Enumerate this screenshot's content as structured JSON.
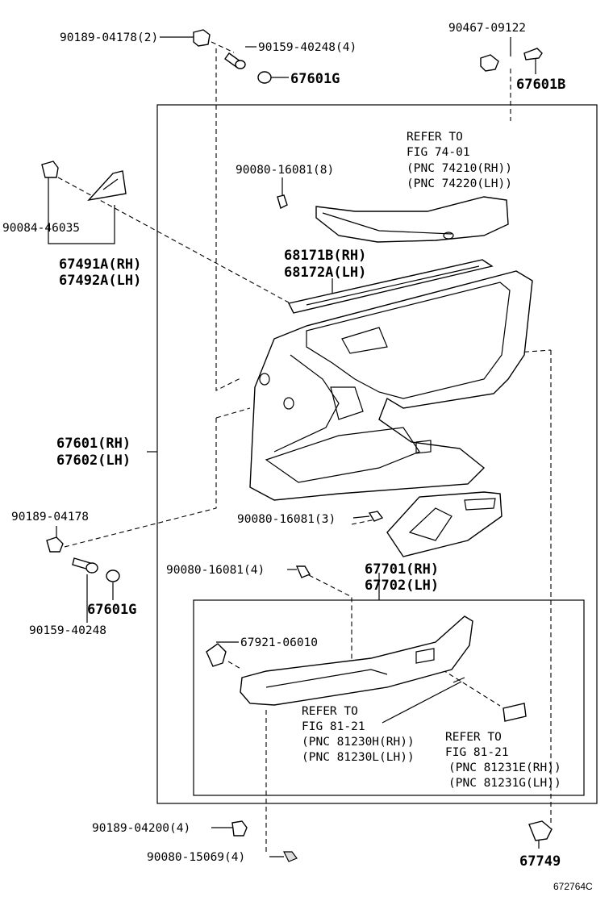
{
  "labels": {
    "p90189_04178_2": "90189-04178(2)",
    "p90159_40248_4": "90159-40248(4)",
    "p67601g_top": "67601G",
    "p90467_09122": "90467-09122",
    "p67601b": "67601B",
    "p90084_46035": "90084-46035",
    "p67491a": "67491A(RH)",
    "p67492a": "67492A(LH)",
    "p90080_16081_8": "90080-16081(8)",
    "p68171b": "68171B(RH)",
    "p68172a": "68172A(LH)",
    "p67601": "67601(RH)",
    "p67602": "67602(LH)",
    "p90189_04178": "90189-04178",
    "p90080_16081_3": "90080-16081(3)",
    "p67601g_bot": "67601G",
    "p90159_40248": "90159-40248",
    "p90080_16081_4": "90080-16081(4)",
    "p67701": "67701(RH)",
    "p67702": "67702(LH)",
    "p67921_06010": "67921-06010",
    "p90189_04200_4": "90189-04200(4)",
    "p90080_15069_4": "90080-15069(4)",
    "p67749": "67749"
  },
  "refs": {
    "ref1_line1": "REFER TO",
    "ref1_line2": "FIG 74-01",
    "ref1_line3": "(PNC 74210(RH))",
    "ref1_line4": "(PNC 74220(LH))",
    "ref2_line1": "REFER TO",
    "ref2_line2": "FIG 81-21",
    "ref2_line3": "(PNC 81230H(RH))",
    "ref2_line4": "(PNC 81230L(LH))",
    "ref3_line1": "REFER TO",
    "ref3_line2": "FIG 81-21",
    "ref3_line3": "(PNC 81231E(RH))",
    "ref3_line4": "(PNC 81231G(LH))"
  },
  "diagram_code": "672764C"
}
